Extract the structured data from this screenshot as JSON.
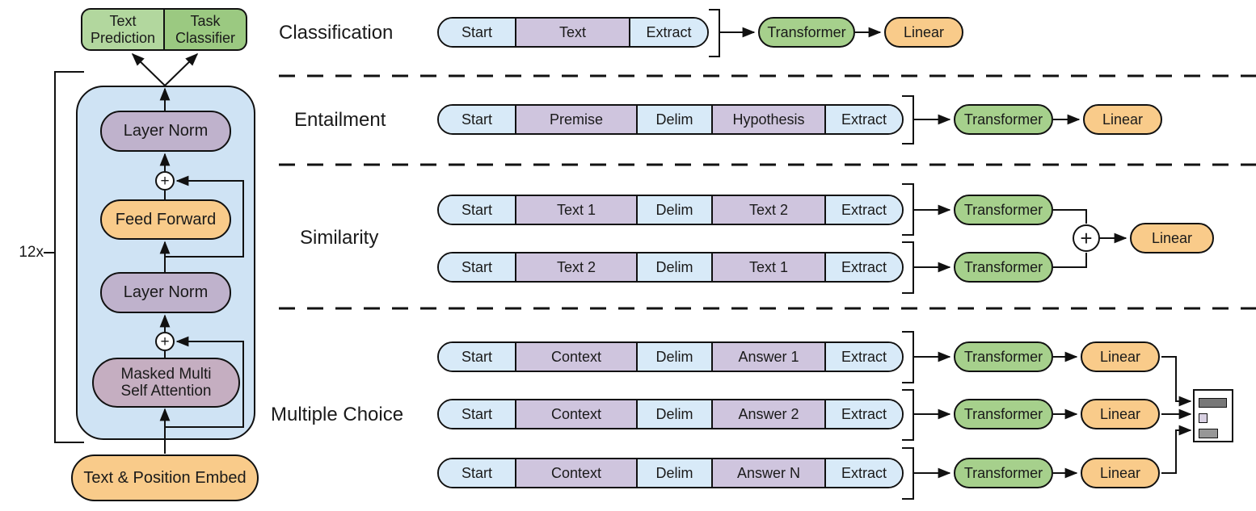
{
  "colors": {
    "green_head_light": "#b2d79e",
    "green_head_dark": "#9bc981",
    "green_node": "#a6d08c",
    "orange_node": "#f9cb8a",
    "blue_container": "#cfe3f4",
    "purple_block": "#bfb2cc",
    "pink_block": "#c5aec1",
    "cell_blue": "#d8eaf8",
    "cell_purple": "#cfc5de",
    "line": "#111111"
  },
  "model": {
    "heads": [
      {
        "label": "Text\nPrediction"
      },
      {
        "label": "Task\nClassifier"
      }
    ],
    "loop_label": "12x",
    "plus_sign": "+",
    "blocks": {
      "layer_norm_top": "Layer Norm",
      "feed_forward": "Feed Forward",
      "layer_norm_bottom": "Layer Norm",
      "masked_attention": "Masked Multi\nSelf Attention",
      "embedding": "Text & Position Embed"
    }
  },
  "tasks": [
    {
      "label": "Classification",
      "rows": [
        {
          "cells": [
            "Start",
            "Text",
            "Extract"
          ]
        }
      ],
      "transformer": "Transformer",
      "linear": "Linear"
    },
    {
      "label": "Entailment",
      "rows": [
        {
          "cells": [
            "Start",
            "Premise",
            "Delim",
            "Hypothesis",
            "Extract"
          ]
        }
      ],
      "transformer": "Transformer",
      "linear": "Linear"
    },
    {
      "label": "Similarity",
      "rows": [
        {
          "cells": [
            "Start",
            "Text 1",
            "Delim",
            "Text 2",
            "Extract"
          ]
        },
        {
          "cells": [
            "Start",
            "Text 2",
            "Delim",
            "Text 1",
            "Extract"
          ]
        }
      ],
      "transformer": "Transformer",
      "plus_sign": "+",
      "linear": "Linear"
    },
    {
      "label": "Multiple Choice",
      "rows": [
        {
          "cells": [
            "Start",
            "Context",
            "Delim",
            "Answer 1",
            "Extract"
          ]
        },
        {
          "cells": [
            "Start",
            "Context",
            "Delim",
            "Answer 2",
            "Extract"
          ]
        },
        {
          "cells": [
            "Start",
            "Context",
            "Delim",
            "Answer N",
            "Extract"
          ]
        }
      ],
      "transformer": "Transformer",
      "linear": "Linear"
    }
  ]
}
